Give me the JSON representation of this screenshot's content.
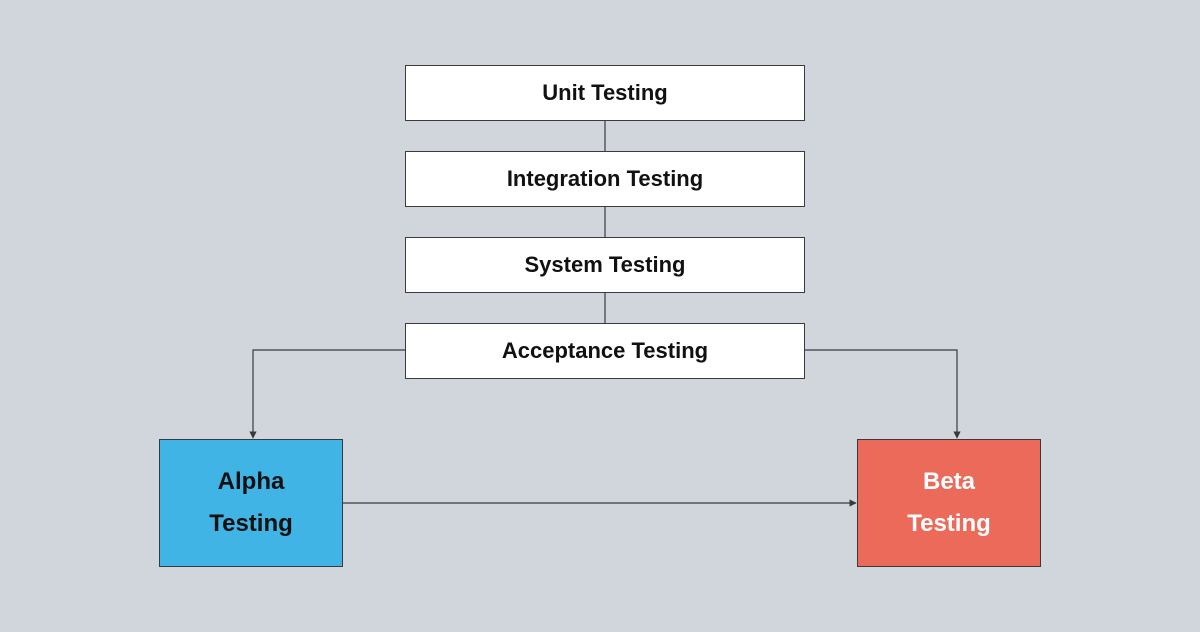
{
  "steps": [
    {
      "label": "Unit Testing"
    },
    {
      "label": "Integration Testing"
    },
    {
      "label": "System Testing"
    },
    {
      "label": "Acceptance Testing"
    }
  ],
  "branches": {
    "alpha": {
      "label": "Alpha Testing",
      "color": "#40b4e5",
      "text_color": "#111111"
    },
    "beta": {
      "label": "Beta Testing",
      "color": "#ec6a5a",
      "text_color": "#ffffff"
    }
  },
  "colors": {
    "background": "#d1d6dc",
    "box_fill": "#ffffff",
    "line": "#3a3a3a"
  }
}
